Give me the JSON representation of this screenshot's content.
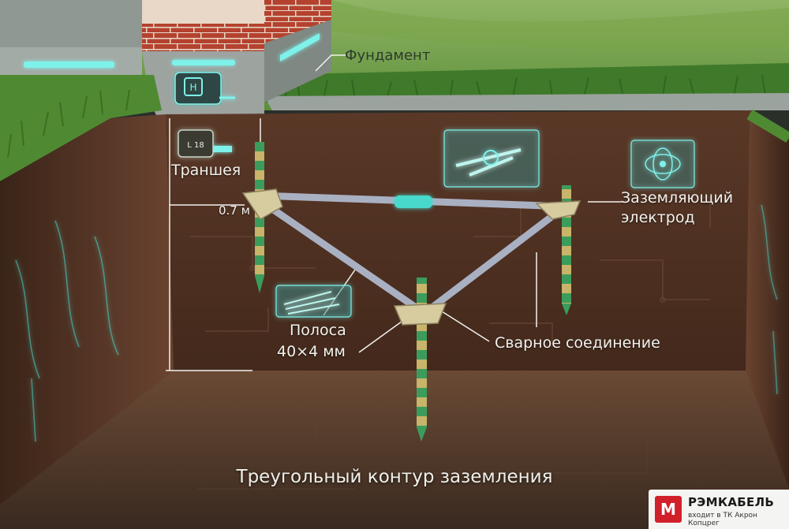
{
  "labels": {
    "foundation": "Фундамент",
    "trench": "Траншея",
    "depth": "0.7 м",
    "electrode_line1": "Заземляющий",
    "electrode_line2": "электрод",
    "strip_line1": "Полоса",
    "strip_line2": "40×4 мм",
    "weld": "Сварное соединение",
    "title": "Треугольный контур заземления"
  },
  "icons": {
    "tape_measure_1": "tape-measure-icon",
    "tape_measure_2": "tape-measure-icon",
    "weld_joint": "weld-joint-icon",
    "magnetic_field": "magnetic-field-icon",
    "cable_strip": "cable-strip-icon",
    "tape_measure_1_text": "H",
    "tape_measure_2_text": "L 18"
  },
  "brand": {
    "logo_letter": "M",
    "name": "РЭМКАБЕЛЬ",
    "subtitle": "входит в ТК Акрон Копцрег"
  },
  "colors": {
    "soil": "#4e3022",
    "grass": "#4f8a33",
    "glow": "#4fe3d6",
    "brick": "#b4422f",
    "rod_green": "#3c9c5c",
    "rod_yellow": "#c8b46a",
    "steel": "#a9b0c2"
  }
}
